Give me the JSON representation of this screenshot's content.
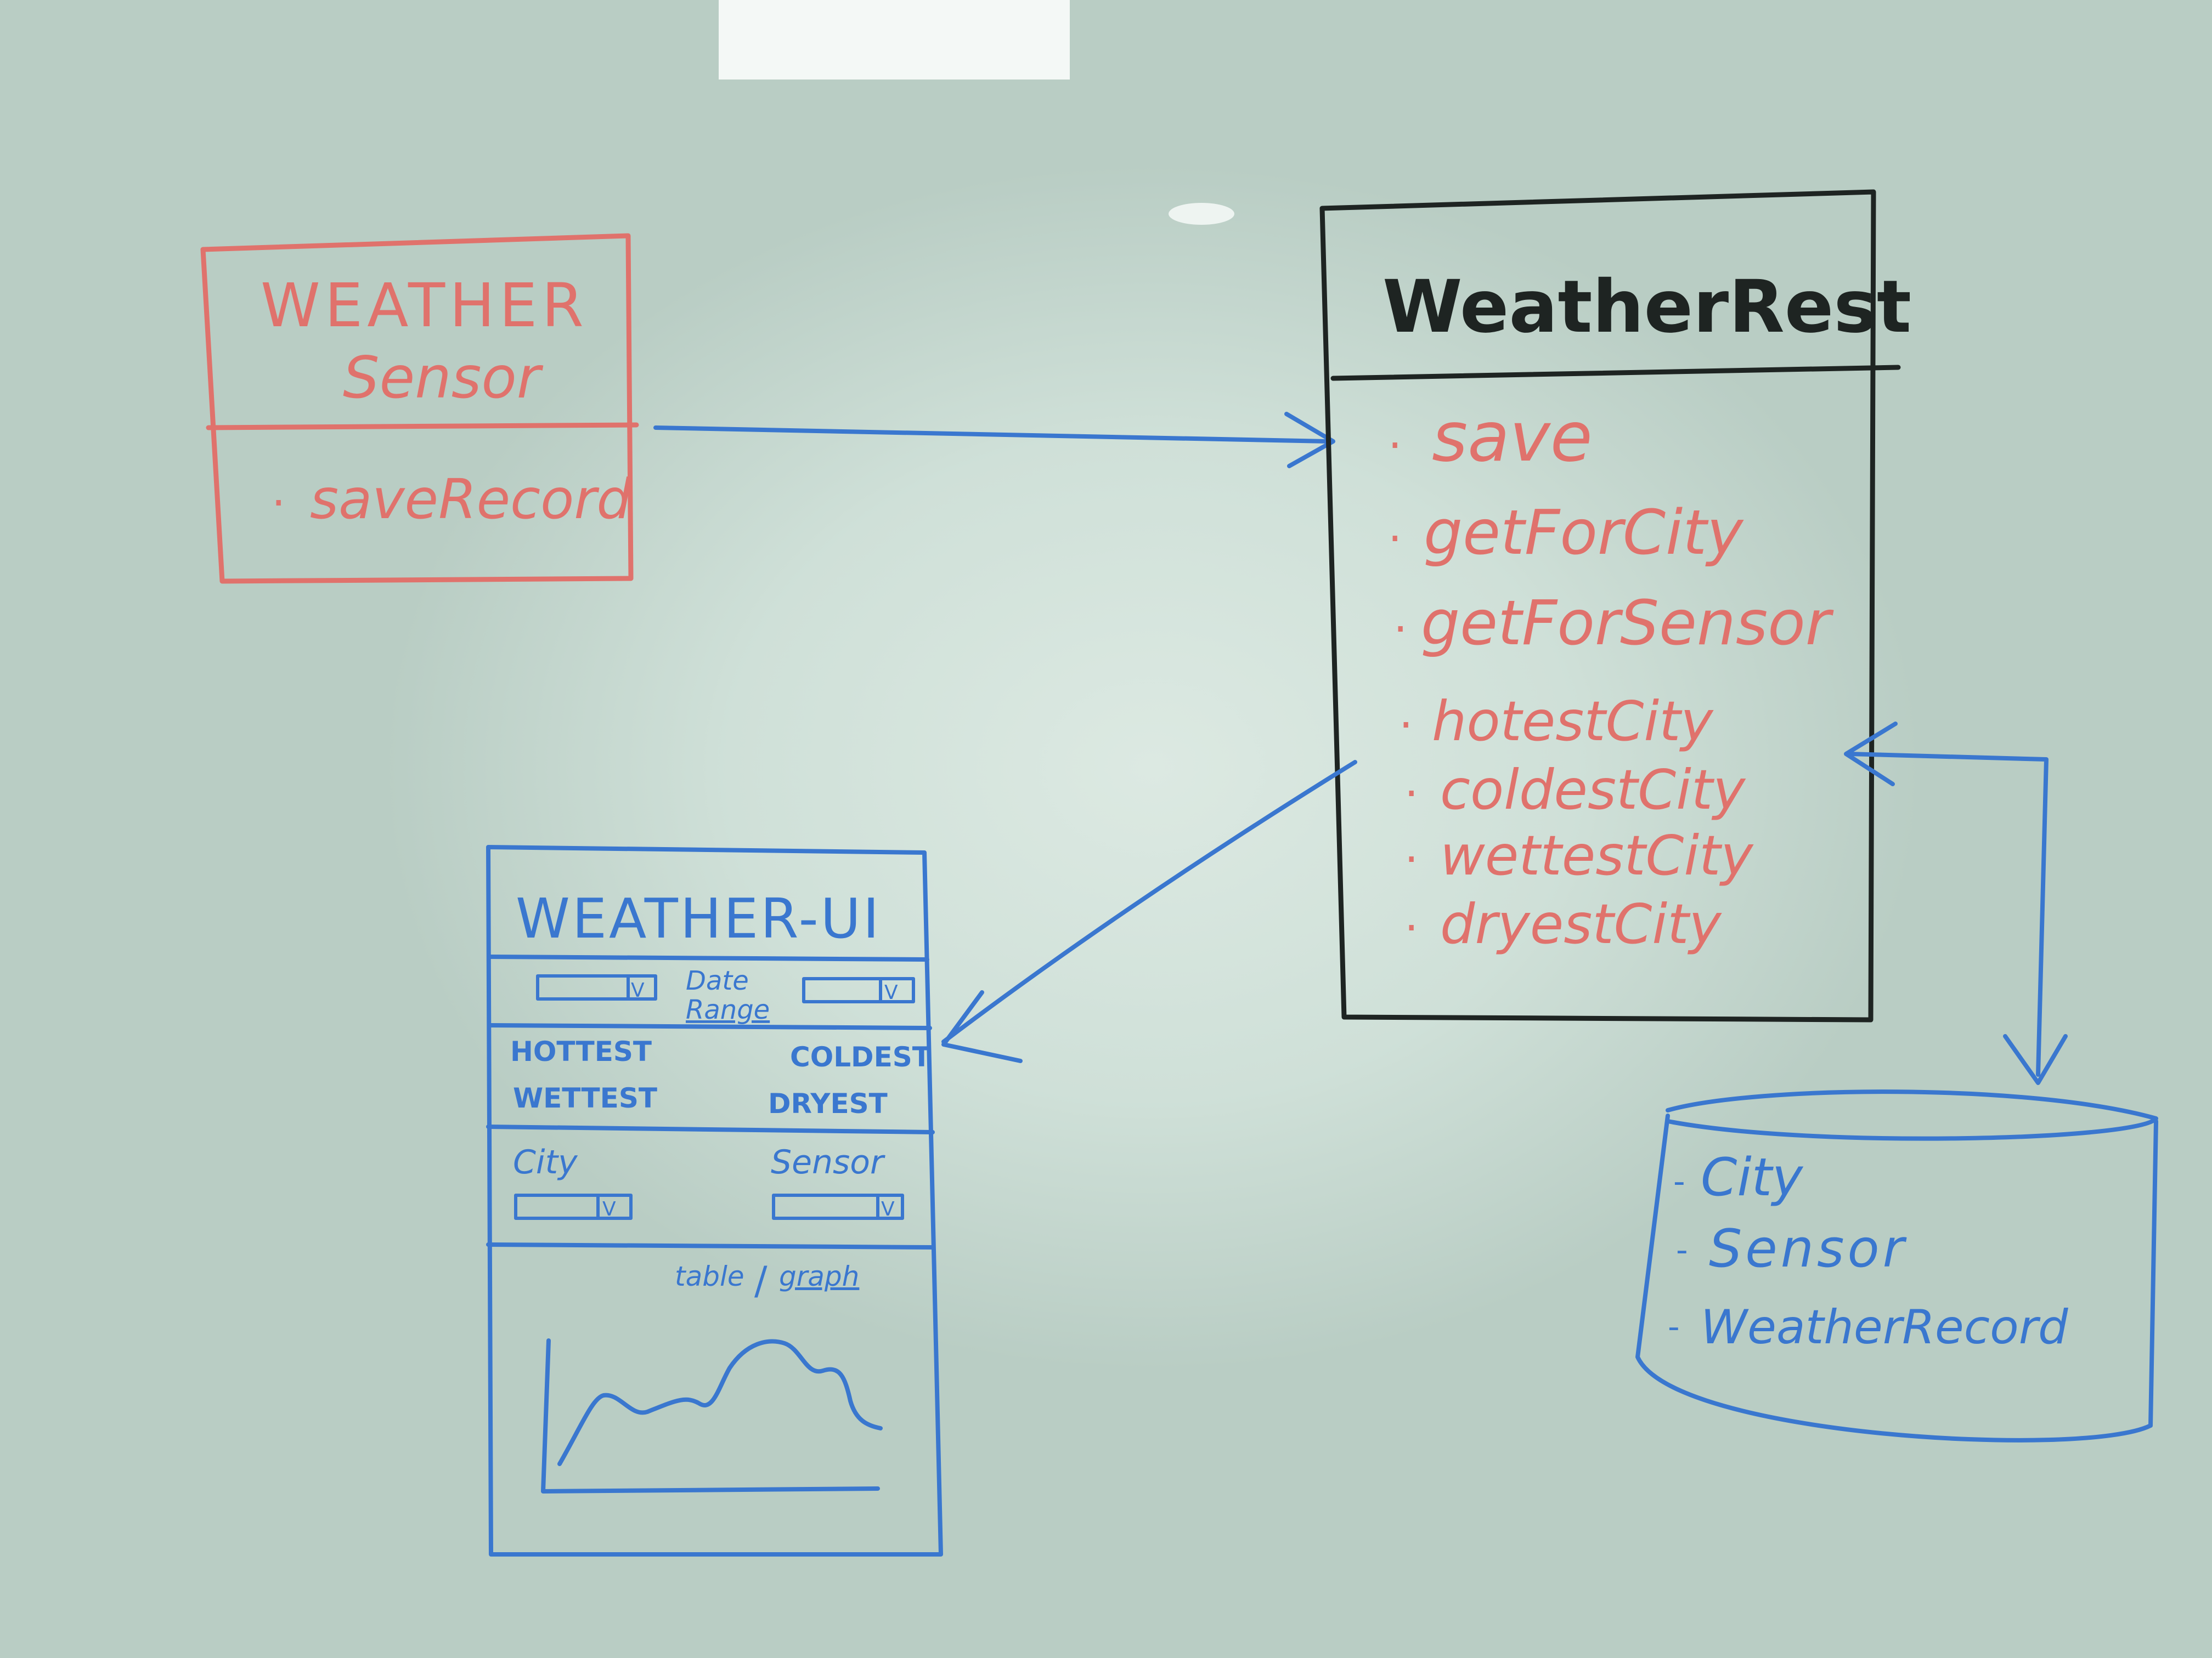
{
  "sensor_box": {
    "title_line1": "WEATHER",
    "title_line2": "Sensor",
    "methods": [
      "saveRecord"
    ]
  },
  "rest_box": {
    "title": "WeatherRest",
    "methods": [
      "save",
      "getForCity",
      "getForSensor",
      "hotestCity",
      "coldestCity",
      "wettestCity",
      "dryestCity"
    ]
  },
  "ui_box": {
    "title": "WEATHER-UI",
    "date_range_label_line1": "Date",
    "date_range_label_line2": "Range",
    "dropdown_glyph": "V",
    "stats": {
      "hottest": "HOTTEST",
      "coldest": "COLDEST",
      "wettest": "WETTEST",
      "dryest": "DRYEST"
    },
    "city_label": "City",
    "sensor_label": "Sensor",
    "view_toggle_table": "table",
    "view_toggle_separator": "/",
    "view_toggle_graph": "graph"
  },
  "database": {
    "tables": [
      "City",
      "Sensor",
      "WeatherRecord"
    ]
  },
  "colors": {
    "red_marker": "#e0726c",
    "black_marker": "#1e2422",
    "blue_marker": "#3a77cf",
    "board": "#cfe0d8"
  }
}
